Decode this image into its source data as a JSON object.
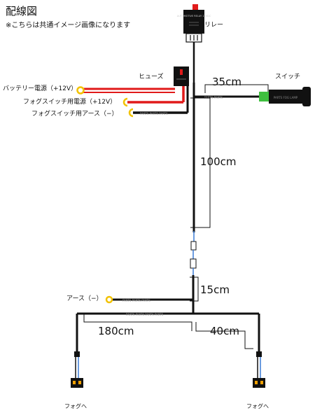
{
  "header": {
    "title": "配線図",
    "note": "※こちらは共通イメージ画像になります"
  },
  "components": {
    "relay": "リレー",
    "fuse": "ヒューズ",
    "switch": "スイッチ",
    "relay_marking": "AUTOMOTIVE RELAY 12VDC",
    "switch_marking": "PARTS FOG LAMP"
  },
  "wires": {
    "battery_power": "バッテリー電源（+12V）",
    "fog_switch_power": "フォグスイッチ用電源（+12V）",
    "fog_switch_ground": "フォグスイッチ用アース（−）",
    "ground": "アース（−）",
    "fog_left": "フォグへ",
    "fog_right": "フォグへ"
  },
  "lengths": {
    "to_switch": "35cm",
    "main_trunk": "100cm",
    "ground_branch": "15cm",
    "left_branch": "180cm",
    "right_branch": "40cm"
  },
  "colors": {
    "wire_power": "#e11a1a",
    "wire_ground": "#111111",
    "wire_signal": "#3a7bd5",
    "terminal": "#f2c200",
    "switch_led": "#3fbf3f"
  }
}
